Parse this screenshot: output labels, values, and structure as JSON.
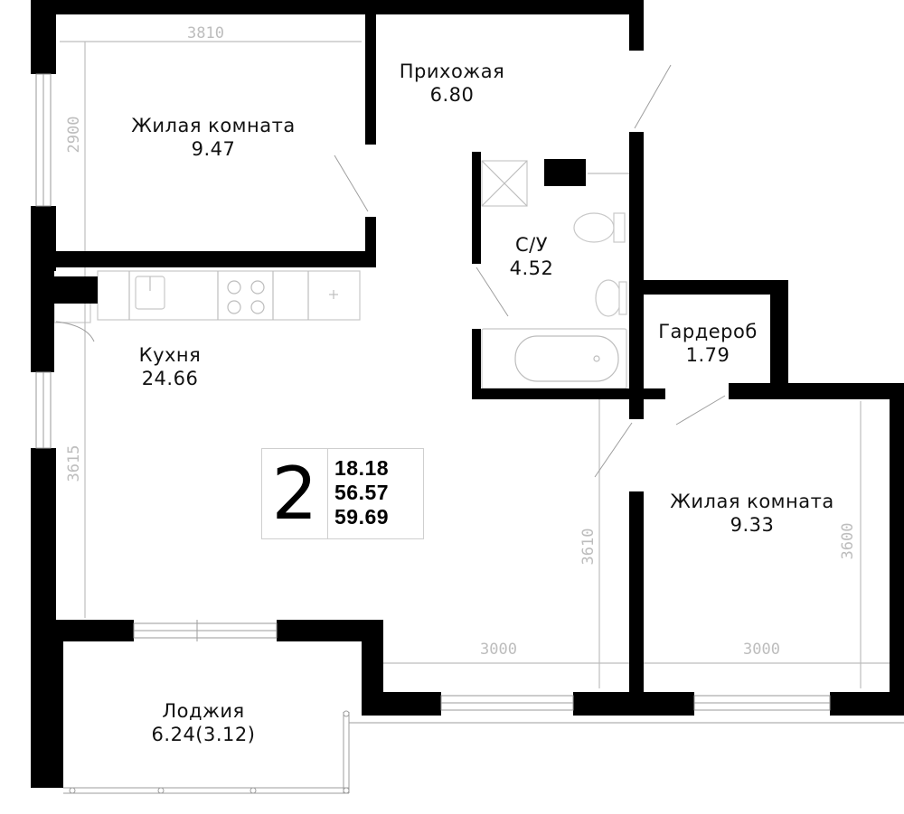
{
  "rooms": [
    {
      "name": "Жилая комната",
      "area": "9.47"
    },
    {
      "name": "Прихожая",
      "area": "6.80"
    },
    {
      "name": "С/У",
      "area": "4.52"
    },
    {
      "name": "Кухня",
      "area": "24.66"
    },
    {
      "name": "Гардероб",
      "area": "1.79"
    },
    {
      "name": "Жилая комната",
      "area": "9.33"
    },
    {
      "name": "Лоджия",
      "area": "6.24(3.12)"
    }
  ],
  "dimensions": {
    "bedroom1_width": "3810",
    "bedroom1_depth": "2900",
    "kitchen_depth": "3615",
    "kitchen_width": "3000",
    "kitchen_depth2": "3610",
    "bedroom2_width": "3000",
    "bedroom2_depth": "3600"
  },
  "summary": {
    "room_count": "2",
    "living_area": "18.18",
    "total_area": "56.57",
    "total_with_loggia": "59.69"
  }
}
